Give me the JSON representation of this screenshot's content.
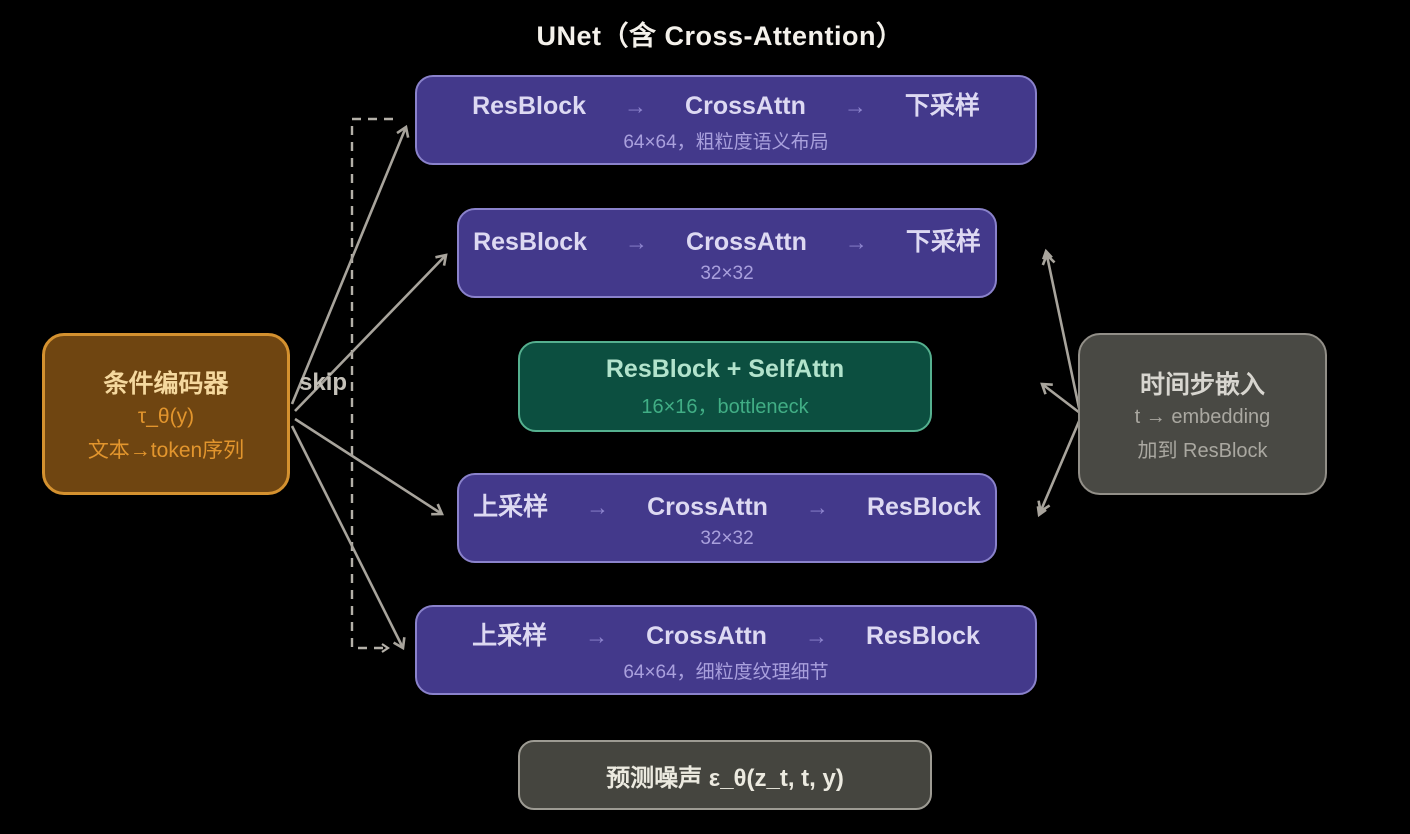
{
  "title": "UNet（含 Cross-Attention）",
  "glyphs": {
    "arrow": "→"
  },
  "skip_label": "skip",
  "encoder_box": {
    "title": "条件编码器",
    "line1": "τ_θ(y)",
    "line2": "文本→token序列"
  },
  "time_box": {
    "title": "时间步嵌入",
    "line1": "t → embedding",
    "line2": "加到 ResBlock"
  },
  "output_box": {
    "label": "预测噪声 ε_θ(z_t, t, y)"
  },
  "bottleneck": {
    "main": "ResBlock + SelfAttn",
    "sub": "16×16，bottleneck"
  },
  "blocks": [
    {
      "parts": [
        "ResBlock",
        "CrossAttn",
        "下采样"
      ],
      "sub": "64×64，粗粒度语义布局"
    },
    {
      "parts": [
        "ResBlock",
        "CrossAttn",
        "下采样"
      ],
      "sub": "32×32"
    },
    {
      "parts": [
        "上采样",
        "CrossAttn",
        "ResBlock"
      ],
      "sub": "32×32"
    },
    {
      "parts": [
        "上采样",
        "CrossAttn",
        "ResBlock"
      ],
      "sub": "64×64，细粒度纹理细节"
    }
  ],
  "colors": {
    "background": "#000000",
    "stage_fill": "#43398b",
    "stage_border": "#8a82cb",
    "stage_text": "#ddd9f2",
    "stage_subtext": "#a9a0dd",
    "bottleneck_fill": "#0c4f40",
    "bottleneck_border": "#55b08f",
    "bottleneck_text": "#b2e3cc",
    "bottleneck_subtext": "#41ae85",
    "encoder_fill": "#6f4511",
    "encoder_border": "#d4912f",
    "encoder_title": "#f5d89e",
    "encoder_text": "#e2952d",
    "gray_fill": "#494944",
    "gray_border": "#928f88",
    "gray_title": "#d8d6d0",
    "gray_text": "#aaa8a1",
    "arrow_gray": "#a8a49c",
    "dash_gray": "#b4b0a8",
    "title_text": "#f4f1eb"
  }
}
